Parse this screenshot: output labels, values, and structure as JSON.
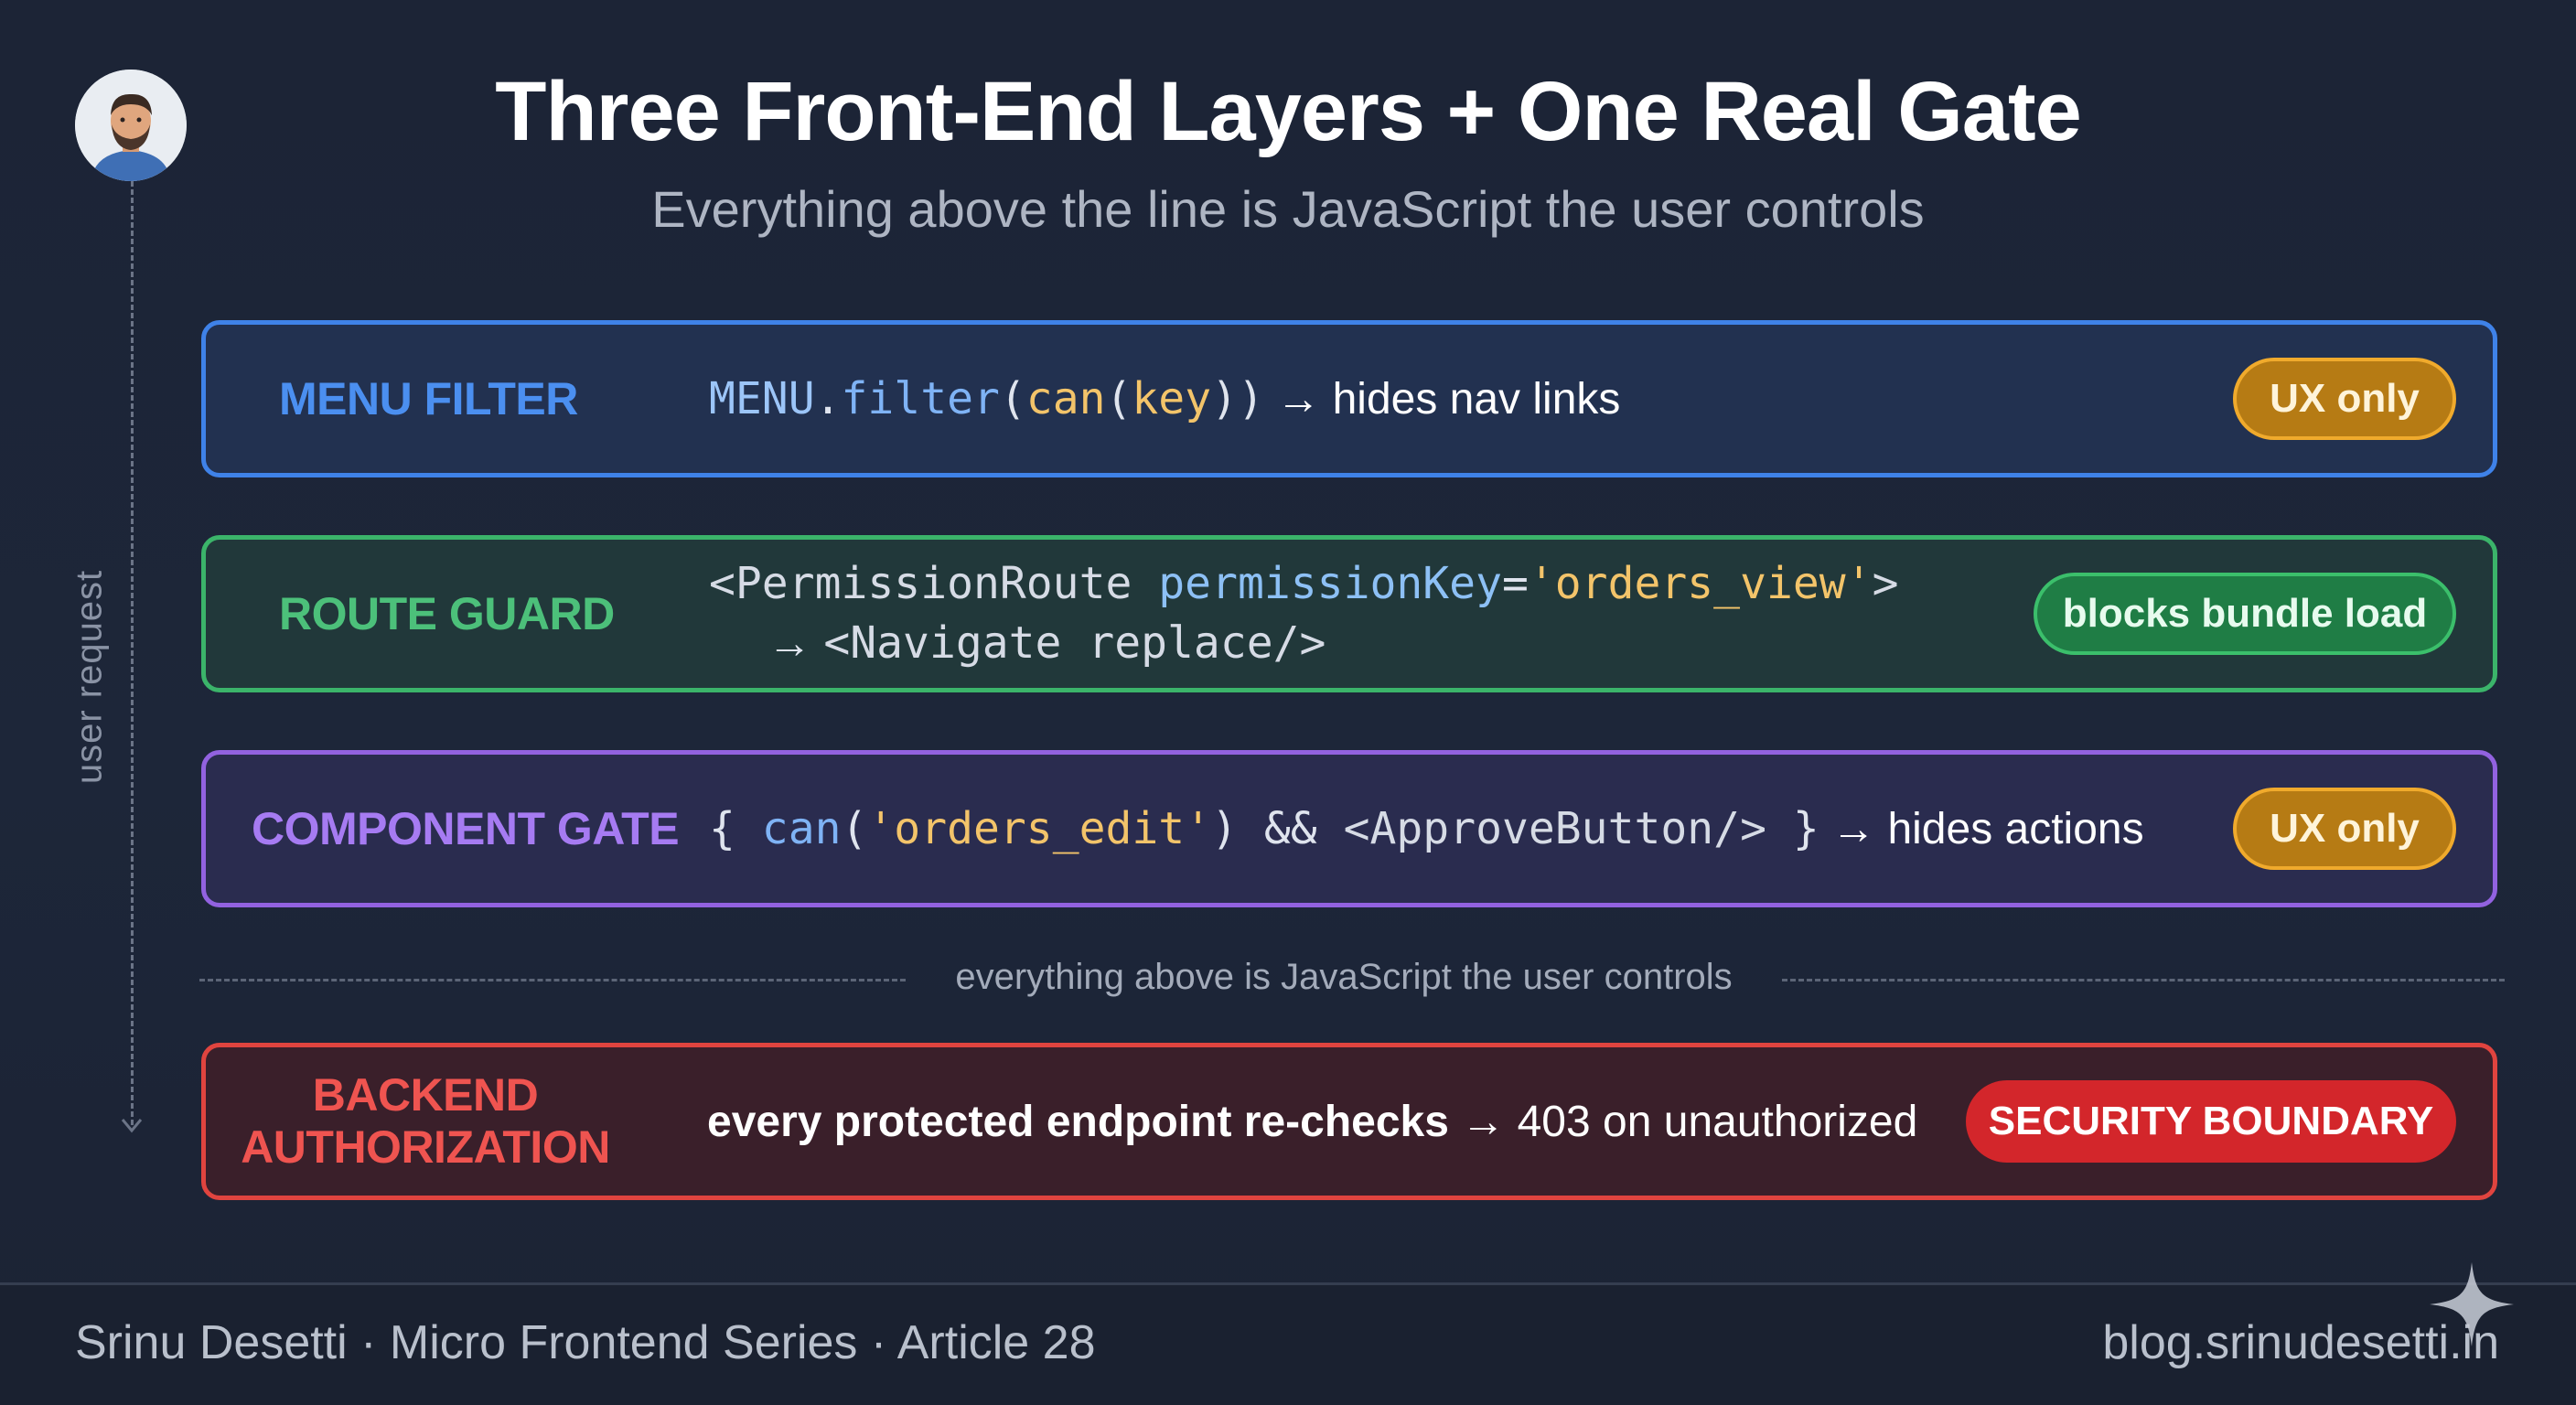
{
  "header": {
    "title": "Three Front-End Layers + One Real Gate",
    "subtitle": "Everything above the line is JavaScript the user controls"
  },
  "flow": {
    "label": "user request"
  },
  "layers": [
    {
      "name": "MENU FILTER",
      "code": [
        "MENU",
        ".",
        "filter",
        "(",
        "can",
        "(",
        "key",
        "))"
      ],
      "desc": " → hides nav links",
      "badge": "UX only",
      "color": "#3f82e8"
    },
    {
      "name": "ROUTE GUARD",
      "code_line1": [
        "<PermissionRoute ",
        "permissionKey",
        "=",
        "'orders_view'",
        ">"
      ],
      "code_line2": [
        "→ ",
        "<Navigate replace/>"
      ],
      "badge": "blocks bundle load",
      "color": "#3bb46a"
    },
    {
      "name": "COMPONENT GATE",
      "code": [
        "{ ",
        "can",
        "(",
        "'orders_edit'",
        ") && ",
        "<ApproveButton/>",
        " }"
      ],
      "desc": " → hides actions",
      "badge": "UX only",
      "color": "#9262e0"
    }
  ],
  "divider": {
    "label": "everything above is JavaScript the user controls"
  },
  "backend": {
    "name_line1": "BACKEND",
    "name_line2": "AUTHORIZATION",
    "desc_bold": "every protected endpoint re-checks",
    "desc_rest": " → 403 on unauthorized",
    "badge": "SECURITY BOUNDARY",
    "color": "#e0443f"
  },
  "footer": {
    "left": "Srinu Desetti · Micro Frontend Series · Article 28",
    "right": "blog.srinudesetti.in"
  },
  "icons": {
    "avatar": "person-avatar-icon",
    "arrow": "arrow-down-icon",
    "sparkle": "sparkle-icon"
  }
}
